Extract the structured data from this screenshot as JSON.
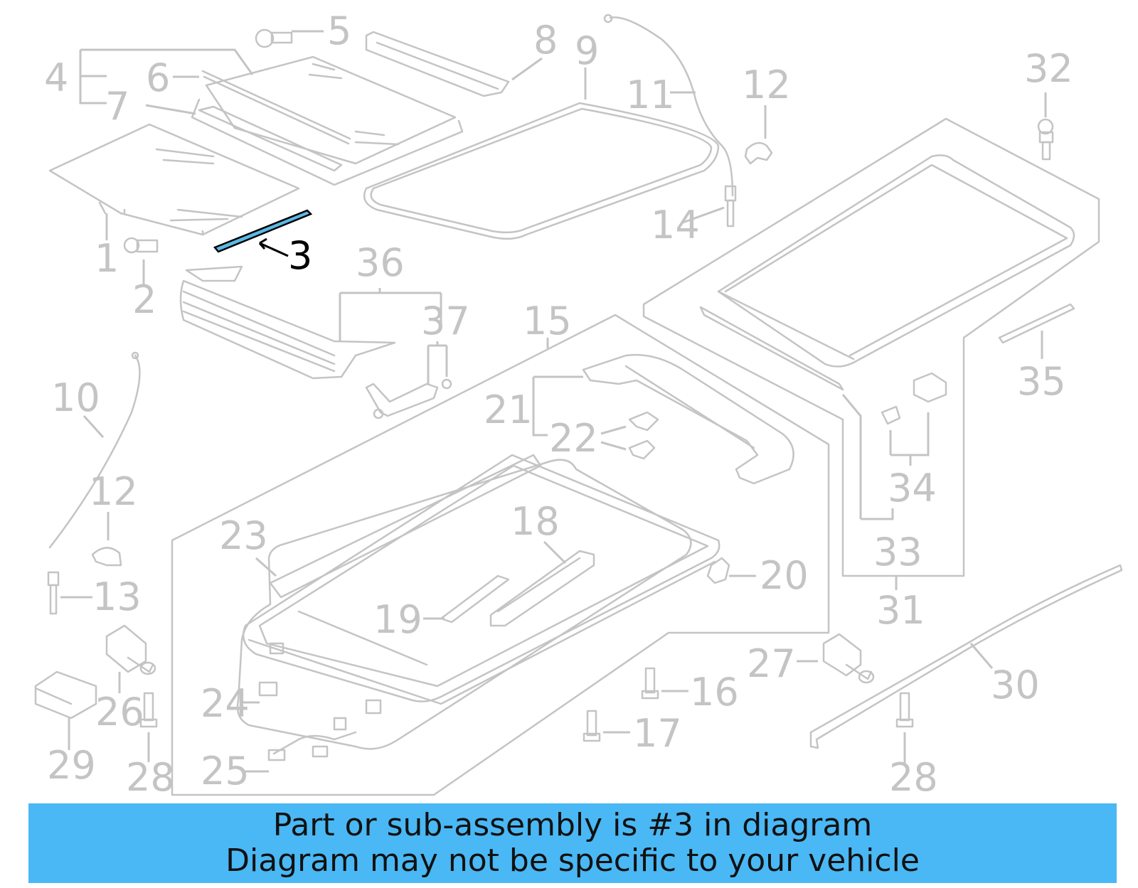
{
  "callouts": {
    "c1": "1",
    "c2": "2",
    "c3": "3",
    "c4": "4",
    "c5": "5",
    "c6": "6",
    "c7": "7",
    "c8": "8",
    "c9": "9",
    "c10": "10",
    "c11": "11",
    "c12a": "12",
    "c12b": "12",
    "c13": "13",
    "c14": "14",
    "c15": "15",
    "c16": "16",
    "c17": "17",
    "c18": "18",
    "c19": "19",
    "c20": "20",
    "c21": "21",
    "c22": "22",
    "c23": "23",
    "c24": "24",
    "c25": "25",
    "c26": "26",
    "c27": "27",
    "c28a": "28",
    "c28b": "28",
    "c29": "29",
    "c30": "30",
    "c31": "31",
    "c32": "32",
    "c33": "33",
    "c34": "34",
    "c35": "35",
    "c36": "36",
    "c37": "37"
  },
  "highlighted_part": "3",
  "colors": {
    "banner": "#4ab8f4",
    "highlight": "#5bb8e6",
    "line_art": "#c4c4c4"
  },
  "banner": {
    "line1": "Part or sub-assembly is #3 in diagram",
    "line2": "Diagram may not be specific to your vehicle"
  }
}
